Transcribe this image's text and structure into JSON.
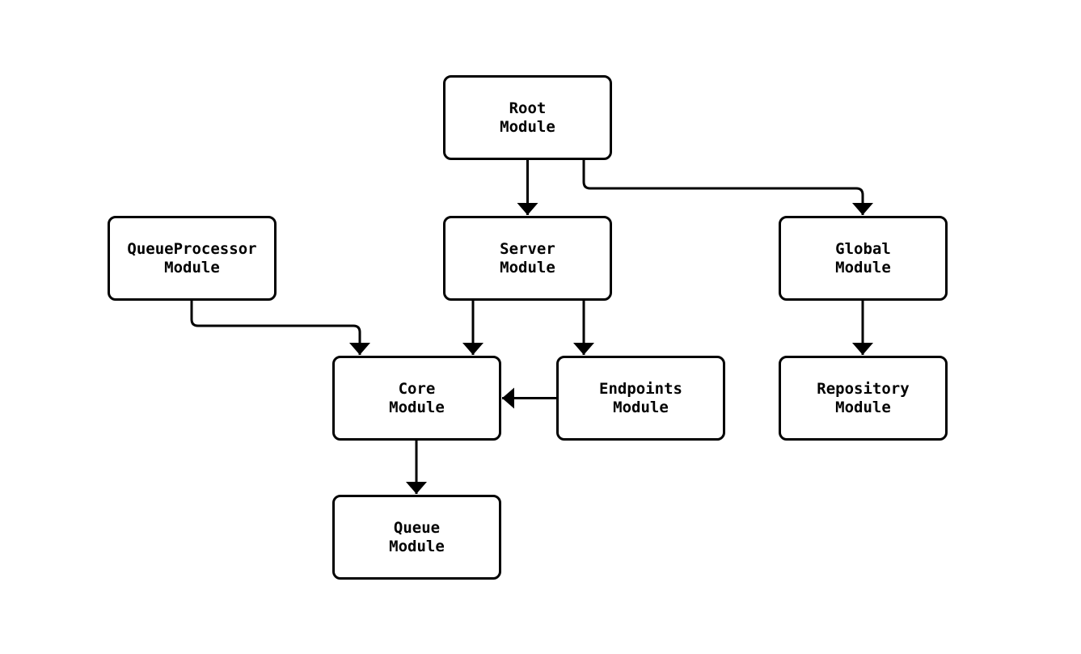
{
  "diagram": {
    "type": "module-dependency-flowchart",
    "background_color": "#ffffff",
    "node_fill_color": "#ffffff",
    "stroke_color": "#000000",
    "nodes": [
      {
        "id": "root",
        "label": "Root\nModule"
      },
      {
        "id": "queueprocessor",
        "label": "QueueProcessor\nModule"
      },
      {
        "id": "server",
        "label": "Server\nModule"
      },
      {
        "id": "global",
        "label": "Global\nModule"
      },
      {
        "id": "core",
        "label": "Core\nModule"
      },
      {
        "id": "endpoints",
        "label": "Endpoints\nModule"
      },
      {
        "id": "repository",
        "label": "Repository\nModule"
      },
      {
        "id": "queue",
        "label": "Queue\nModule"
      }
    ],
    "edges": [
      {
        "from": "Root Module",
        "to": "Server Module"
      },
      {
        "from": "Root Module",
        "to": "Global Module"
      },
      {
        "from": "QueueProcessor Module",
        "to": "Core Module"
      },
      {
        "from": "Server Module",
        "to": "Core Module"
      },
      {
        "from": "Server Module",
        "to": "Endpoints Module"
      },
      {
        "from": "Endpoints Module",
        "to": "Core Module"
      },
      {
        "from": "Global Module",
        "to": "Repository Module"
      },
      {
        "from": "Core Module",
        "to": "Queue Module"
      }
    ]
  }
}
